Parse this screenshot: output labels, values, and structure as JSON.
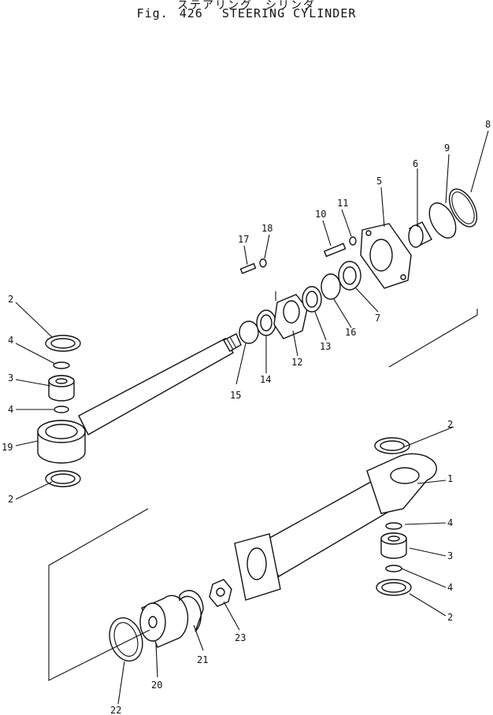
{
  "header": {
    "japanese_title": "ステアリング　シリンダ",
    "figure_label": "Fig.",
    "figure_number": "426",
    "title": "STEERING CYLINDER"
  },
  "callouts": [
    "1",
    "2",
    "3",
    "4",
    "5",
    "6",
    "7",
    "8",
    "9",
    "10",
    "11",
    "12",
    "13",
    "14",
    "15",
    "16",
    "17",
    "18",
    "19",
    "20",
    "21",
    "22",
    "23"
  ],
  "colors": {
    "ink": "#111111",
    "paper": "#ffffff"
  }
}
